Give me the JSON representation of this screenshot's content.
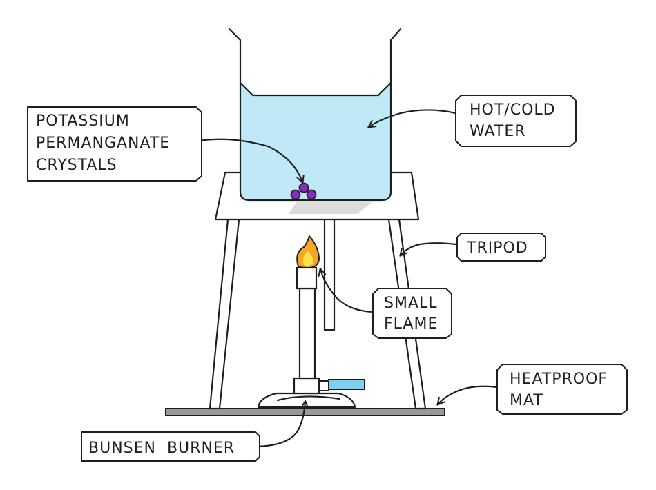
{
  "labels": {
    "crystals": [
      "POTASSIUM",
      "PERMANGANATE",
      "CRYSTALS"
    ],
    "water": [
      "HOT/COLD",
      "WATER"
    ],
    "tripod": [
      "TRIPOD"
    ],
    "flame": [
      "SMALL",
      "FLAME"
    ],
    "mat": [
      "HEATPROOF",
      "MAT"
    ],
    "burner": [
      "BUNSEN  BURNER"
    ]
  },
  "colors": {
    "water": "#bfe9f7",
    "crystal": "#8a2bc8",
    "burner_handle": "#7fcff0",
    "mat": "#999999",
    "flame_outer": "#f5a623",
    "flame_inner": "#ffe14a",
    "shadow": "#dcdcdc"
  }
}
